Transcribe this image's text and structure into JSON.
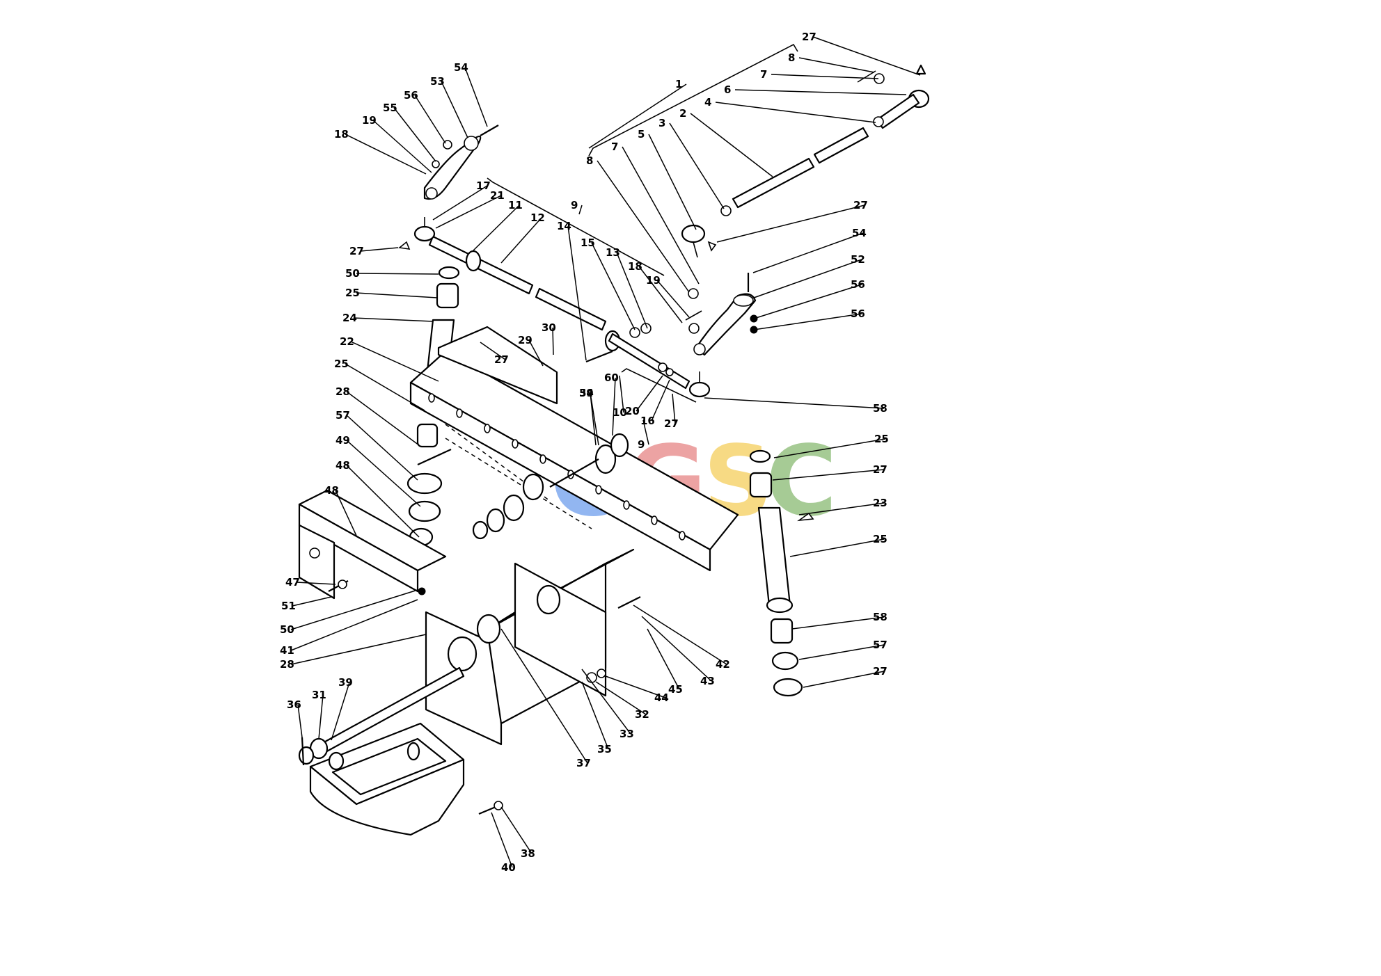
{
  "watermark": {
    "letters": [
      {
        "char": "C",
        "color": "#4a86e8"
      },
      {
        "char": "G",
        "color": "#e06666"
      },
      {
        "char": "S",
        "color": "#f1c232"
      },
      {
        "char": "C",
        "color": "#6aa84f"
      }
    ]
  },
  "callouts": [
    "27",
    "8",
    "7",
    "6",
    "4",
    "1",
    "2",
    "3",
    "5",
    "7",
    "8",
    "54",
    "53",
    "56",
    "55",
    "19",
    "18",
    "17",
    "21",
    "11",
    "12",
    "9",
    "27",
    "27",
    "54",
    "52",
    "56",
    "56",
    "14",
    "15",
    "13",
    "18",
    "19",
    "50",
    "25",
    "24",
    "27",
    "30",
    "29",
    "22",
    "25",
    "28",
    "34",
    "60",
    "10",
    "20",
    "16",
    "9",
    "27",
    "58",
    "57",
    "49",
    "48",
    "48",
    "47",
    "51",
    "50",
    "41",
    "28",
    "59",
    "25",
    "27",
    "23",
    "25",
    "58",
    "57",
    "27",
    "42",
    "43",
    "45",
    "44",
    "32",
    "33",
    "35",
    "37",
    "36",
    "31",
    "39",
    "40",
    "38"
  ]
}
